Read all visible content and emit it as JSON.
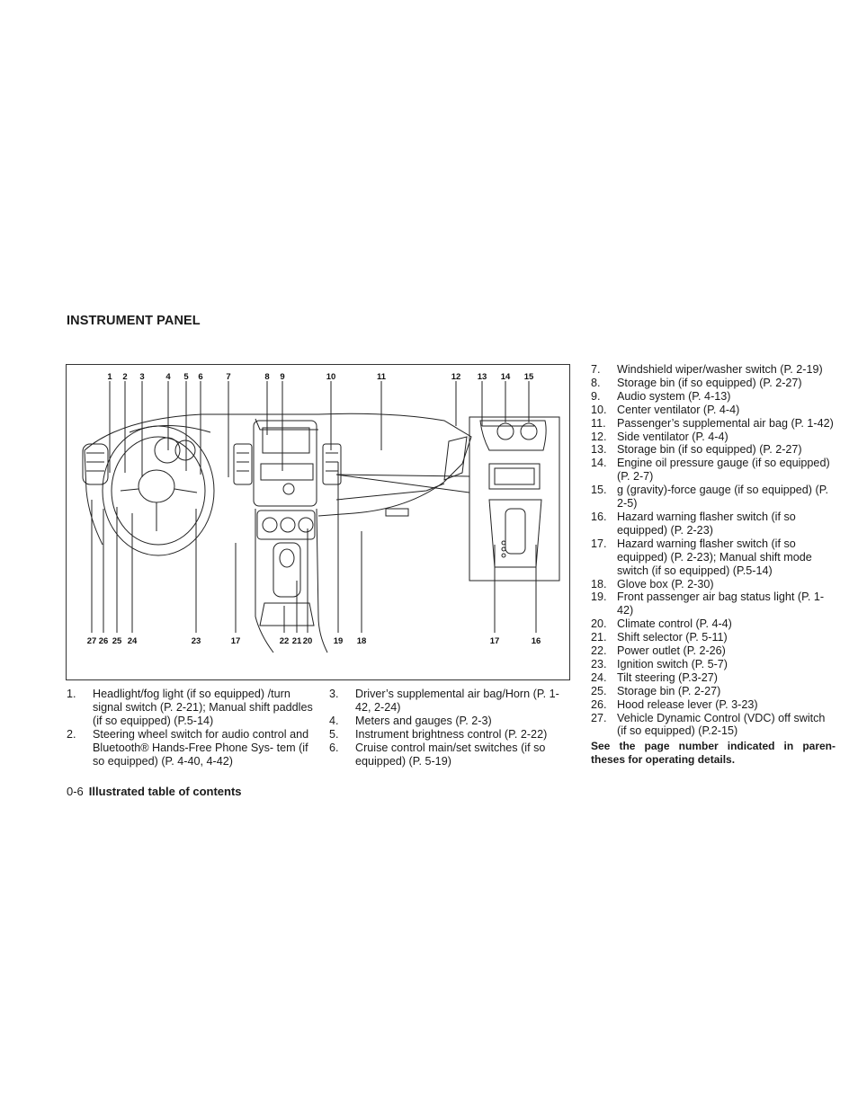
{
  "section_title": "INSTRUMENT PANEL",
  "diagram": {
    "top_labels": [
      "1",
      "2",
      "3",
      "4",
      "5",
      "6",
      "7",
      "8",
      "9",
      "10",
      "11",
      "12",
      "13",
      "14",
      "15"
    ],
    "bottom_labels": [
      "27",
      "26",
      "25",
      "24",
      "23",
      "17",
      "22",
      "21",
      "20",
      "19",
      "18",
      "17",
      "16"
    ]
  },
  "items_col1": [
    {
      "num": "1.",
      "text": "Headlight/fog light (if so equipped) /turn signal switch (P. 2-21); Manual shift paddles (if so equipped) (P.5-14)"
    },
    {
      "num": "2.",
      "text": "Steering wheel switch for audio control and Bluetooth® Hands-Free Phone Sys- tem (if so equipped) (P. 4-40, 4-42)"
    }
  ],
  "items_col2": [
    {
      "num": "3.",
      "text": "Driver’s supplemental air bag/Horn (P. 1-42, 2-24)"
    },
    {
      "num": "4.",
      "text": "Meters and gauges (P. 2-3)"
    },
    {
      "num": "5.",
      "text": "Instrument brightness control (P. 2-22)"
    },
    {
      "num": "6.",
      "text": "Cruise control main/set switches (if so equipped) (P. 5-19)"
    }
  ],
  "items_col3": [
    {
      "num": "7.",
      "text": "Windshield wiper/washer switch (P. 2-19)"
    },
    {
      "num": "8.",
      "text": "Storage bin (if so equipped) (P. 2-27)"
    },
    {
      "num": "9.",
      "text": "Audio system (P. 4-13)"
    },
    {
      "num": "10.",
      "text": "Center ventilator (P. 4-4)"
    },
    {
      "num": "11.",
      "text": "Passenger’s supplemental air bag (P. 1-42)"
    },
    {
      "num": "12.",
      "text": "Side ventilator (P. 4-4)"
    },
    {
      "num": "13.",
      "text": "Storage bin (if so equipped) (P. 2-27)"
    },
    {
      "num": "14.",
      "text": "Engine oil pressure gauge (if so equipped) (P. 2-7)"
    },
    {
      "num": "15.",
      "text": "g (gravity)-force gauge (if so equipped) (P. 2-5)"
    },
    {
      "num": "16.",
      "text": "Hazard warning flasher switch (if so equipped) (P. 2-23)"
    },
    {
      "num": "17.",
      "text": "Hazard warning flasher switch (if so equipped) (P. 2-23); Manual shift mode switch (if so equipped) (P.5-14)"
    },
    {
      "num": "18.",
      "text": "Glove box (P. 2-30)"
    },
    {
      "num": "19.",
      "text": "Front passenger air bag status light (P. 1-42)"
    },
    {
      "num": "20.",
      "text": "Climate control (P. 4-4)"
    },
    {
      "num": "21.",
      "text": "Shift selector (P. 5-11)"
    },
    {
      "num": "22.",
      "text": "Power outlet (P. 2-26)"
    },
    {
      "num": "23.",
      "text": "Ignition switch (P. 5-7)"
    },
    {
      "num": "24.",
      "text": "Tilt steering (P.3-27)"
    },
    {
      "num": "25.",
      "text": "Storage bin (P. 2-27)"
    },
    {
      "num": "26.",
      "text": "Hood release lever (P. 3-23)"
    },
    {
      "num": "27.",
      "text": "Vehicle Dynamic Control (VDC) off switch (if so equipped) (P.2-15)"
    }
  ],
  "note": "See the page number indicated in paren- theses for operating details.",
  "footer": {
    "page": "0-6",
    "title": "Illustrated table of contents"
  }
}
